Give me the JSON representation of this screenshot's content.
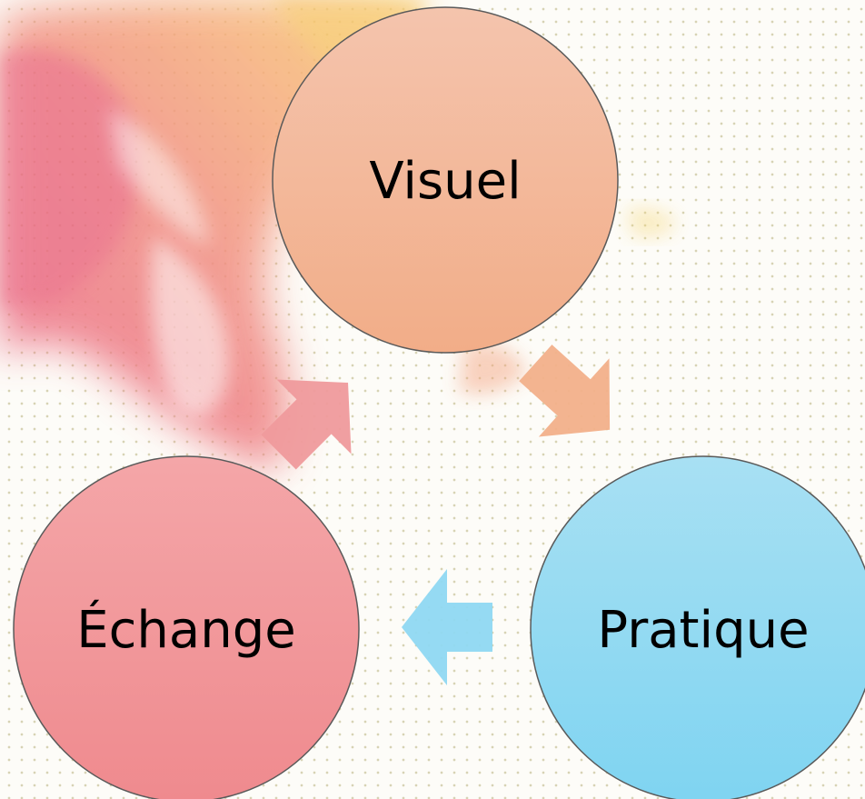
{
  "diagram": {
    "type": "cycle",
    "nodes": [
      {
        "id": "visuel",
        "label": "Visuel",
        "color": "#f3b592"
      },
      {
        "id": "pratique",
        "label": "Pratique",
        "color": "#8ad9f2"
      },
      {
        "id": "echange",
        "label": "Échange",
        "color": "#f08f92"
      }
    ],
    "edges": [
      {
        "from": "visuel",
        "to": "pratique",
        "color": "#f2b08a"
      },
      {
        "from": "pratique",
        "to": "echange",
        "color": "#8fd8f2"
      },
      {
        "from": "echange",
        "to": "visuel",
        "color": "#ef9a9c"
      }
    ]
  },
  "colors": {
    "background": "#fdfcf8",
    "dots": "#d7d3b4",
    "outline": "#5a5a5a",
    "splash_pink": "#ec6f8a",
    "splash_orange": "#f5a27a",
    "splash_yellow": "#f6d36a"
  }
}
